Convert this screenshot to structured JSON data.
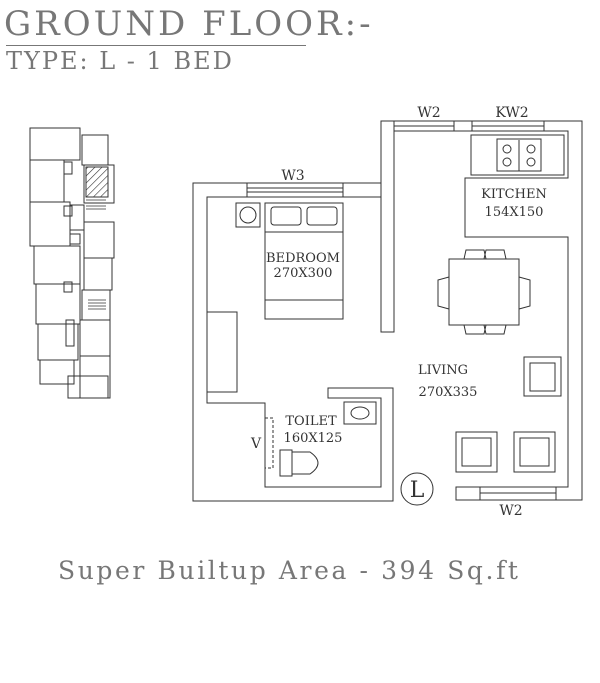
{
  "header": {
    "title": "GROUND FLOOR:-",
    "subtitle": "TYPE: L - 1 BED"
  },
  "footer": {
    "area_note": "Super Builtup Area - 394 Sq.ft"
  },
  "plan": {
    "rooms": {
      "bedroom": {
        "name": "BEDROOM",
        "size": "270X300"
      },
      "kitchen": {
        "name": "KITCHEN",
        "size": "154X150"
      },
      "living": {
        "name": "LIVING",
        "size": "270X335"
      },
      "toilet": {
        "name": "TOILET",
        "size": "160X125"
      }
    },
    "openings": {
      "w2_top": "W2",
      "kw2": "KW2",
      "w3": "W3",
      "w2_bottom": "W2",
      "v": "V"
    },
    "unit_marker": "L"
  }
}
